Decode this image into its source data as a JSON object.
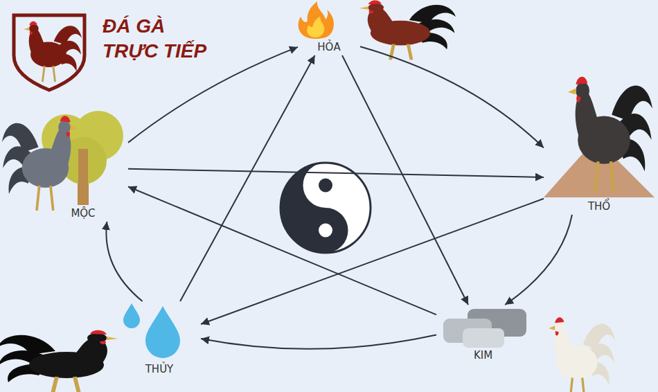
{
  "diagram": {
    "nodes": [
      {
        "text": [
          "HỎA"
        ]
      },
      {
        "text": [
          "MỘC"
        ]
      },
      {
        "text": [
          "THỔ"
        ]
      },
      {
        "text": [
          "THỦY"
        ]
      },
      {
        "text": [
          "KIM"
        ]
      }
    ],
    "edges": [
      {
        "from": 1,
        "to": 0,
        "arrow": "to"
      },
      {
        "from": 0,
        "to": 2,
        "arrow": "to"
      },
      {
        "from": 2,
        "to": 4,
        "arrow": "to"
      },
      {
        "from": 4,
        "to": 3,
        "arrow": "to"
      },
      {
        "from": 3,
        "to": 1,
        "arrow": "to"
      },
      {
        "from": 0,
        "to": 4,
        "arrow": "to"
      },
      {
        "from": 4,
        "to": 1,
        "arrow": "to"
      },
      {
        "from": 1,
        "to": 2,
        "arrow": "to"
      },
      {
        "from": 2,
        "to": 3,
        "arrow": "to"
      },
      {
        "from": 3,
        "to": 0,
        "arrow": "to"
      }
    ],
    "labels": [
      "ĐÁ GÀ TRỰC TIẾP"
    ]
  }
}
